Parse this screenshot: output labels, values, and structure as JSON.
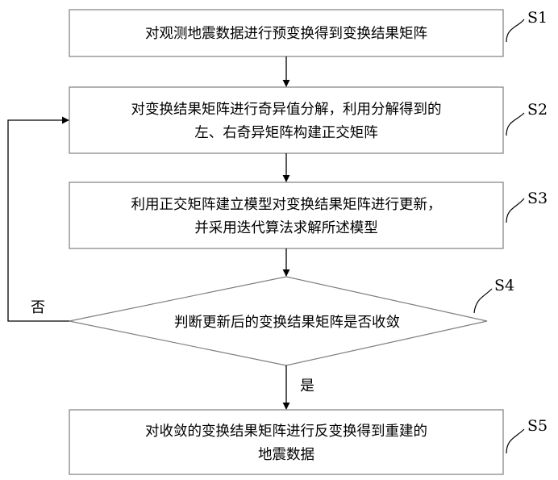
{
  "steps": {
    "s1": {
      "label": "S1",
      "lines": [
        "对观测地震数据进行预变换得到变换结果矩阵"
      ]
    },
    "s2": {
      "label": "S2",
      "lines": [
        "对变换结果矩阵进行奇异值分解，利用分解得到的",
        "左、右奇异矩阵构建正交矩阵"
      ]
    },
    "s3": {
      "label": "S3",
      "lines": [
        "利用正交矩阵建立模型对变换结果矩阵进行更新，",
        "并采用迭代算法求解所述模型"
      ]
    },
    "s4": {
      "label": "S4",
      "lines": [
        "判断更新后的变换结果矩阵是否收敛"
      ]
    },
    "s5": {
      "label": "S5",
      "lines": [
        "对收敛的变换结果矩阵进行反变换得到重建的",
        "地震数据"
      ]
    }
  },
  "branches": {
    "no": "否",
    "yes": "是"
  },
  "colors": {
    "stroke": "#7f7f7f",
    "box_fill": "#ffffff",
    "arrow": "#000000",
    "text": "#000000"
  }
}
